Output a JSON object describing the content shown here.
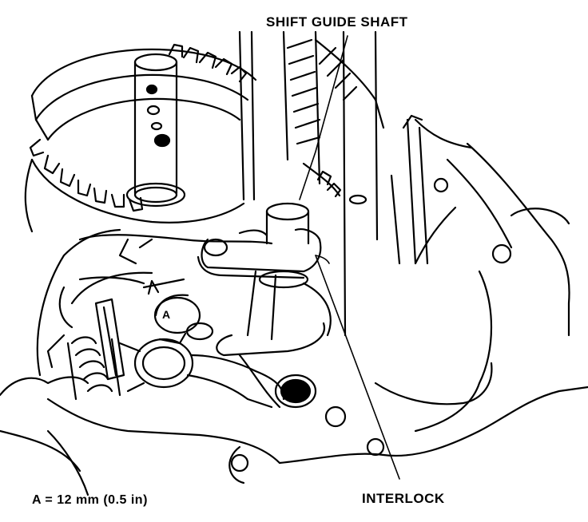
{
  "labels": {
    "shift_guide_shaft": "SHIFT GUIDE SHAFT",
    "interlock": "INTERLOCK",
    "dimension_marker": "A",
    "caption": "A = 12 mm (0.5 in)"
  }
}
